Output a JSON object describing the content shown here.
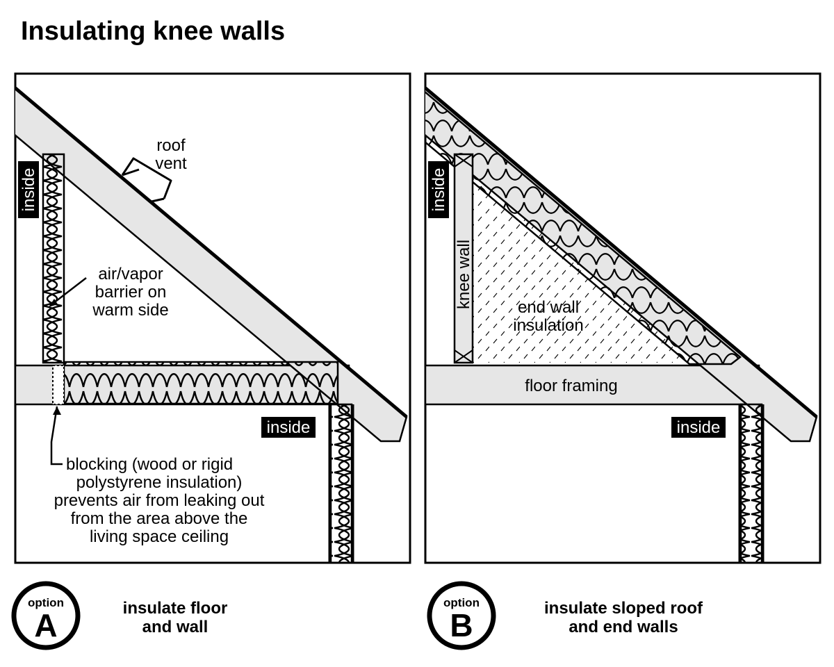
{
  "title": "Insulating knee walls",
  "panel_a": {
    "roof_vent": [
      "roof",
      "vent"
    ],
    "inside_left": "inside",
    "inside_right": "inside",
    "barrier": [
      "air/vapor",
      "barrier on",
      "warm side"
    ],
    "blocking": [
      "blocking (wood or rigid",
      "polystyrene insulation)",
      "prevents air from leaking out",
      "from the area above the",
      "living space ceiling"
    ],
    "option_word": "option",
    "option_letter": "A",
    "caption": [
      "insulate floor",
      "and wall"
    ]
  },
  "panel_b": {
    "inside_left": "inside",
    "inside_right": "inside",
    "knee_wall": "knee wall",
    "end_wall": [
      "end wall",
      "insulation"
    ],
    "floor_framing": "floor framing",
    "option_word": "option",
    "option_letter": "B",
    "caption": [
      "insulate sloped roof",
      "and end walls"
    ]
  }
}
